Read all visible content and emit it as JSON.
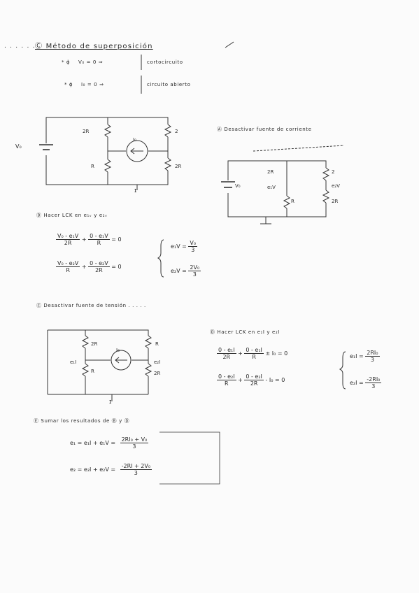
{
  "page": {
    "heading": "Ⓒ Método de superposición",
    "bullets": [
      {
        "sym": "* ϕ",
        "expr": "V₀ = 0 ⇒",
        "note": "cortocircuito"
      },
      {
        "sym": "* ϕ",
        "expr": "I₀ = 0 ⇒",
        "note": "circuito abierto"
      }
    ]
  },
  "circuit_main": {
    "source": "V₀",
    "r_left_top": "2R",
    "r_right_top": "2",
    "current_source": "I₀",
    "r_left_bottom": "R",
    "r_right_bottom": "2R"
  },
  "section_a": {
    "label": "Ⓐ Desactivar fuente de corriente",
    "source": "V₀",
    "r1": "2R",
    "r2": "2",
    "node": "e₁V",
    "node2": "e₂V",
    "r3": "R",
    "r4": "2R"
  },
  "section_b": {
    "label": "Ⓑ Hacer LCK en e₁ᵥ y e₂ᵥ",
    "row1": {
      "a_num": "V₀ - e₁V",
      "a_den": "2R",
      "b_num": "0 - e₁V",
      "b_den": "R",
      "rhs": "= 0"
    },
    "row2": {
      "a_num": "V₀ - e₂V",
      "a_den": "R",
      "b_num": "0 - e₂V",
      "b_den": "2R",
      "rhs": "= 0"
    },
    "res1_lhs": "e₁V =",
    "res1_num": "V₀",
    "res1_den": "3",
    "res2_lhs": "e₂V =",
    "res2_num": "2V₀",
    "res2_den": "3"
  },
  "section_c": {
    "label": "Ⓒ Desactivar fuente de tensión . . . . ."
  },
  "circuit_c": {
    "r_left_top": "2R",
    "r_right_top": "R",
    "current_source": "I₀",
    "node_left": "e₁I",
    "node_right": "e₂I",
    "r_left_bottom": "R",
    "r_right_bottom": "2R"
  },
  "section_d": {
    "label": "Ⓓ Hacer LCK en e₁I y e₂I",
    "row1": {
      "a_num": "0 - e₁I",
      "a_den": "2R",
      "b_num": "0 - e₁I",
      "b_den": "R",
      "rhs": "± I₀ = 0"
    },
    "row2": {
      "a_num": "0 - e₂I",
      "a_den": "R",
      "b_num": "0 - e₂I",
      "b_den": "2R",
      "rhs": "- I₀ = 0"
    },
    "res1_lhs": "e₁I =",
    "res1_num": "2RI₀",
    "res1_den": "3",
    "res2_lhs": "e₂I =",
    "res2_num": "-2RI₀",
    "res2_den": "3"
  },
  "section_e": {
    "label": "Ⓔ Sumar los resultados de Ⓑ y Ⓓ",
    "row1_lhs": "e₁ = e₁I + e₁V =",
    "row1_num": "2RI₀ + V₀",
    "row1_den": "3",
    "row2_lhs": "e₂ = e₂I + e₂V =",
    "row2_num": "-2RI + 2V₀",
    "row2_den": "3"
  }
}
